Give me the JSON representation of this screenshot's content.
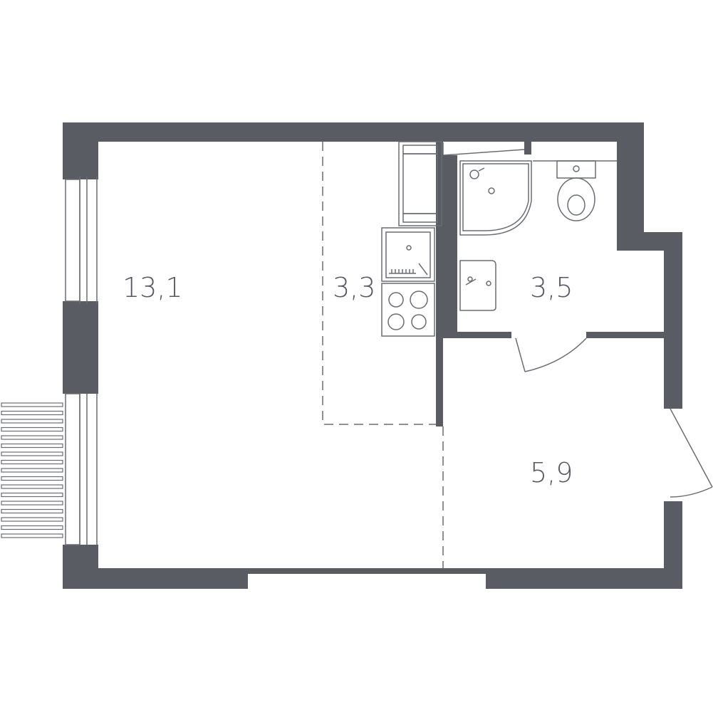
{
  "plan": {
    "rooms": [
      {
        "id": "living-room",
        "area": "13,1"
      },
      {
        "id": "kitchen-zone",
        "area": "3,3"
      },
      {
        "id": "bathroom",
        "area": "3,5"
      },
      {
        "id": "hallway",
        "area": "5,9"
      }
    ]
  },
  "colors": {
    "wall": "#595c63",
    "line": "#6a6d74",
    "background": "#ffffff"
  }
}
